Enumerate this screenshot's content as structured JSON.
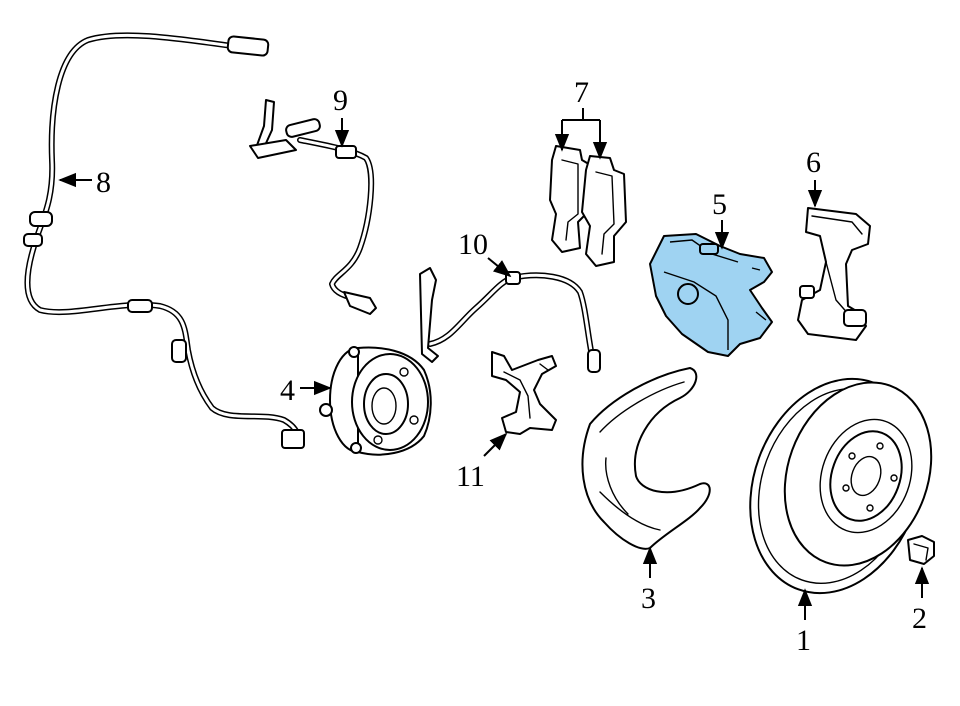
{
  "callouts": {
    "c1": "1",
    "c2": "2",
    "c3": "3",
    "c4": "4",
    "c5": "5",
    "c6": "6",
    "c7": "7",
    "c8": "8",
    "c9": "9",
    "c10": "10",
    "c11": "11"
  },
  "colors": {
    "highlight_fill": "#9fd3f2",
    "line": "#000000",
    "background": "#ffffff"
  },
  "highlighted_part": "5"
}
